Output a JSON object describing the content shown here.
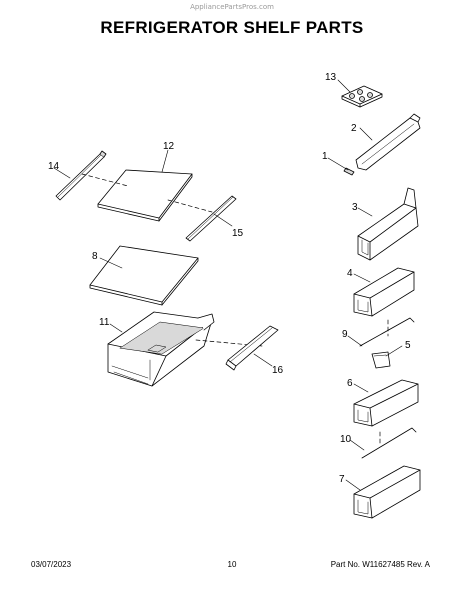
{
  "header": {
    "watermark": "AppliancePartsPros.com",
    "title": "REFRIGERATOR SHELF PARTS"
  },
  "diagram": {
    "callouts": [
      "1",
      "2",
      "3",
      "4",
      "5",
      "6",
      "7",
      "8",
      "9",
      "10",
      "11",
      "12",
      "13",
      "14",
      "15",
      "16"
    ],
    "line_color": "#000000",
    "fill_color": "#ffffff",
    "shade_color": "#d9d9d9"
  },
  "footer": {
    "date": "03/07/2023",
    "page": "10",
    "part_number": "Part No. W11627485  Rev. A"
  }
}
